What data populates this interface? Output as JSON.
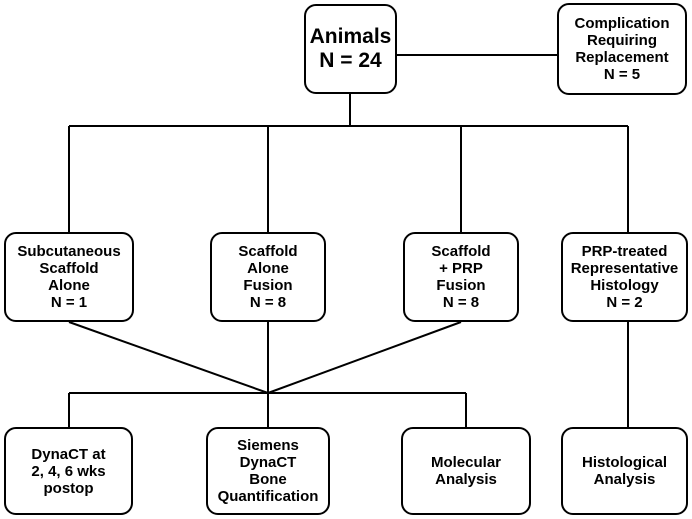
{
  "diagram": {
    "animals": {
      "lines": [
        "Animals",
        "N = 24"
      ]
    },
    "complication": {
      "lines": [
        "Complication",
        "Requiring",
        "Replacement",
        "N = 5"
      ]
    },
    "subcutaneous": {
      "lines": [
        "Subcutaneous",
        "Scaffold",
        "Alone",
        "N = 1"
      ]
    },
    "scaffold_alone": {
      "lines": [
        "Scaffold",
        "Alone",
        "Fusion",
        "N = 8"
      ]
    },
    "scaffold_prp": {
      "lines": [
        "Scaffold",
        "+ PRP",
        "Fusion",
        "N = 8"
      ]
    },
    "prp_histology": {
      "lines": [
        "PRP-treated",
        "Representative",
        "Histology",
        "N = 2"
      ]
    },
    "dynact": {
      "lines": [
        "DynaCT at",
        "2, 4, 6 wks",
        "postop"
      ]
    },
    "siemens": {
      "lines": [
        "Siemens",
        "DynaCT",
        "Bone",
        "Quantification"
      ]
    },
    "molecular": {
      "lines": [
        "Molecular",
        "Analysis"
      ]
    },
    "histological": {
      "lines": [
        "Histological",
        "Analysis"
      ]
    }
  }
}
